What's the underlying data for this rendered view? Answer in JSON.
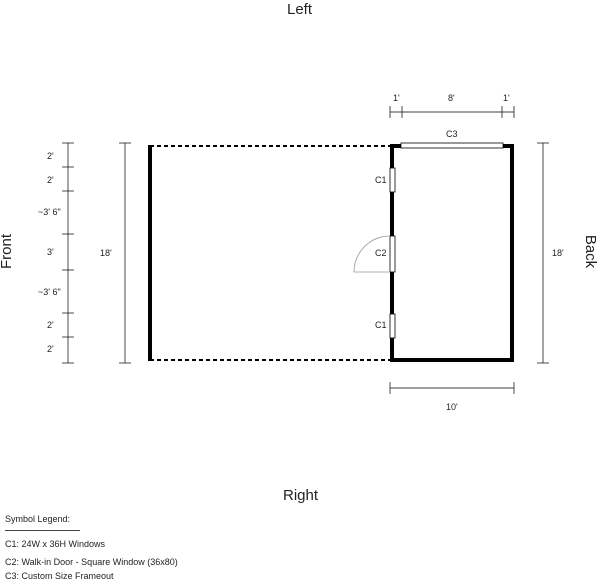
{
  "sides": {
    "left": "Left",
    "right": "Right",
    "front": "Front",
    "back": "Back"
  },
  "dimensions": {
    "overall_length_left": "18'",
    "overall_length_right": "18'",
    "width_bottom": "10'",
    "top_segments": [
      "1'",
      "8'",
      "1'"
    ],
    "front_segments": [
      "2'",
      "2'",
      "~3' 6\"",
      "3'",
      "~3' 6\"",
      "2'",
      "2'"
    ]
  },
  "symbols": {
    "c1_top": "C1",
    "c2": "C2",
    "c1_bottom": "C1",
    "c3": "C3"
  },
  "legend": {
    "title": "Symbol Legend:",
    "items": [
      "C1: 24W x 36H Windows",
      "C2: Walk-in Door - Square Window (36x80)",
      "C3: Custom Size Frameout"
    ]
  }
}
